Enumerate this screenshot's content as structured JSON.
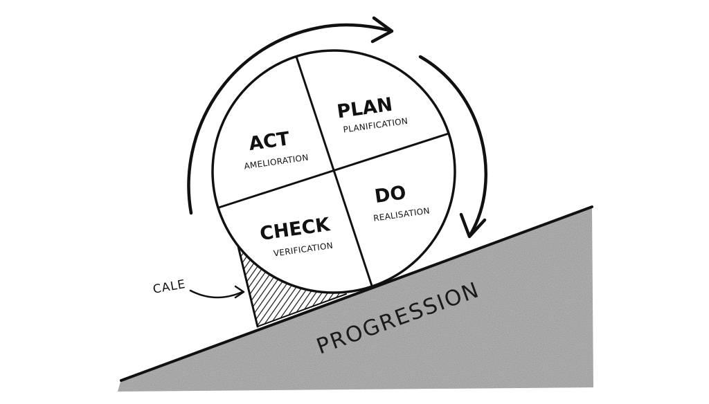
{
  "quadrants": {
    "plan": {
      "title": "PLAN",
      "subtitle": "PLANIFICATION"
    },
    "do": {
      "title": "DO",
      "subtitle": "REALISATION"
    },
    "check": {
      "title": "CHECK",
      "subtitle": "VERIFICATION"
    },
    "act": {
      "title": "ACT",
      "subtitle": "AMELIORATION"
    }
  },
  "ramp_label": "PROGRESSION",
  "wedge_label": "CALE",
  "colors": {
    "ink": "#111111",
    "ramp_fill": "#b9b9b9",
    "background": "#ffffff"
  }
}
